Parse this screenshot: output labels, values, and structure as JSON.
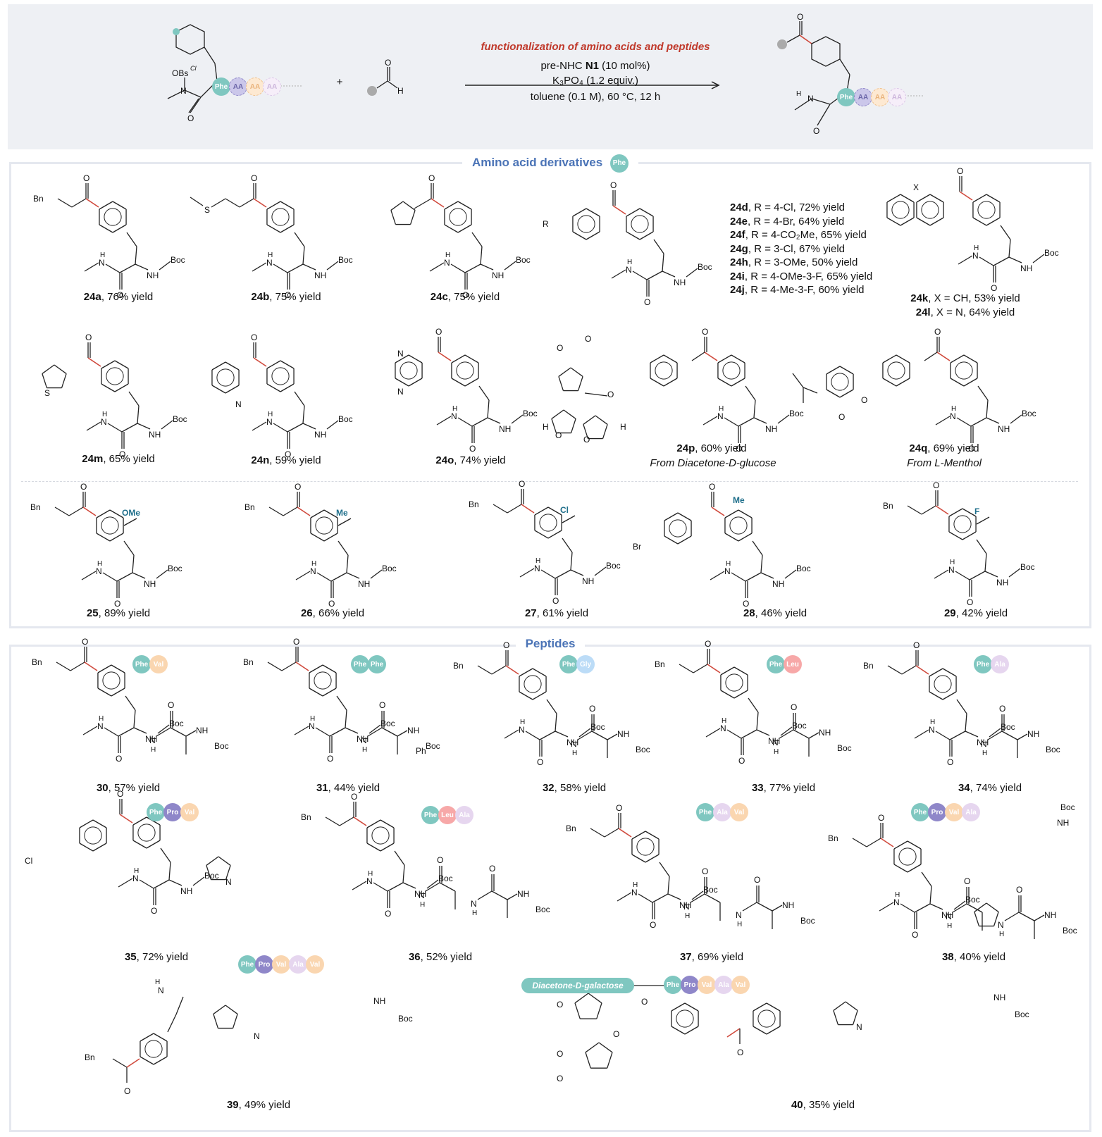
{
  "scheme": {
    "reactant_label_obs": "OBs",
    "reactant_label_cl": "Cl",
    "plus": "+",
    "aldehyde_o": "O",
    "aldehyde_h": "H",
    "condition_title": "functionalization of amino acids and peptides",
    "cond_line1_pre": "pre-NHC ",
    "cond_line1_bold": "N1",
    "cond_line1_post": " (10 mol%)",
    "cond_line2": "K₃PO₄ (1.2 equiv.)",
    "cond_line3": "toluene (0.1 M), 60 °C, 12 h"
  },
  "sections": {
    "aa_title": "Amino acid derivatives",
    "peptides_title": "Peptides"
  },
  "pill_colors": {
    "Phe": "#7fc7c0",
    "Val": "#fad6b0",
    "Gly": "#bcdcf7",
    "Leu": "#f7a8a8",
    "Ala": "#e6d6ef",
    "Pro": "#8f87c9",
    "AA": "#cbc7ea"
  },
  "atoms": {
    "O": "O",
    "N": "N",
    "H": "H",
    "S": "S",
    "NH": "NH",
    "Boc": "Boc",
    "Bn": "Bn",
    "Ph": "Ph",
    "Br": "Br",
    "Cl": "Cl",
    "F": "F",
    "OMe": "OMe",
    "Me": "Me",
    "R": "R",
    "X": "X"
  },
  "compounds": [
    {
      "id": "24a",
      "label": "24a",
      "yield": ", 76% yield"
    },
    {
      "id": "24b",
      "label": "24b",
      "yield": ", 75% yield"
    },
    {
      "id": "24c",
      "label": "24c",
      "yield": ", 75% yield"
    },
    {
      "id": "24k",
      "label": "24k",
      "yield": ", X = CH, 53% yield"
    },
    {
      "id": "24l",
      "label": "24l",
      "yield": ", X = N, 64% yield"
    },
    {
      "id": "24m",
      "label": "24m",
      "yield": ", 65% yield"
    },
    {
      "id": "24n",
      "label": "24n",
      "yield": ", 59% yield"
    },
    {
      "id": "24o",
      "label": "24o",
      "yield": ", 74% yield"
    },
    {
      "id": "24p",
      "label": "24p",
      "yield": ", 60% yield",
      "note": "From Diacetone-D-glucose"
    },
    {
      "id": "24q",
      "label": "24q",
      "yield": ", 69% yield",
      "note": "From L-Menthol"
    },
    {
      "id": "25",
      "label": "25",
      "yield": ", 89% yield"
    },
    {
      "id": "26",
      "label": "26",
      "yield": ", 66% yield"
    },
    {
      "id": "27",
      "label": "27",
      "yield": ", 61% yield"
    },
    {
      "id": "28",
      "label": "28",
      "yield": ", 46% yield"
    },
    {
      "id": "29",
      "label": "29",
      "yield": ", 42% yield"
    },
    {
      "id": "30",
      "label": "30",
      "yield": ", 57% yield",
      "seq": [
        "Phe",
        "Val"
      ]
    },
    {
      "id": "31",
      "label": "31",
      "yield": ", 44% yield",
      "seq": [
        "Phe",
        "Phe"
      ]
    },
    {
      "id": "32",
      "label": "32",
      "yield": ", 58% yield",
      "seq": [
        "Phe",
        "Gly"
      ]
    },
    {
      "id": "33",
      "label": "33",
      "yield": ", 77% yield",
      "seq": [
        "Phe",
        "Leu"
      ]
    },
    {
      "id": "34",
      "label": "34",
      "yield": ", 74% yield",
      "seq": [
        "Phe",
        "Ala"
      ]
    },
    {
      "id": "35",
      "label": "35",
      "yield": ", 72% yield",
      "seq": [
        "Phe",
        "Pro",
        "Val"
      ]
    },
    {
      "id": "36",
      "label": "36",
      "yield": ", 52% yield",
      "seq": [
        "Phe",
        "Leu",
        "Ala"
      ]
    },
    {
      "id": "37",
      "label": "37",
      "yield": ", 69% yield",
      "seq": [
        "Phe",
        "Ala",
        "Val"
      ]
    },
    {
      "id": "38",
      "label": "38",
      "yield": ", 40% yield",
      "seq": [
        "Phe",
        "Pro",
        "Val",
        "Ala"
      ]
    },
    {
      "id": "39",
      "label": "39",
      "yield": ", 49% yield",
      "seq": [
        "Phe",
        "Pro",
        "Val",
        "Ala",
        "Val"
      ]
    },
    {
      "id": "40",
      "label": "40",
      "yield": ", 35% yield",
      "seq": [
        "Phe",
        "Pro",
        "Val",
        "Ala",
        "Val"
      ],
      "tag": "Diacetone-D-galactose"
    }
  ],
  "r_series": [
    {
      "id": "24d",
      "text": ", R = 4-Cl, 72% yield"
    },
    {
      "id": "24e",
      "text": ", R = 4-Br, 64% yield"
    },
    {
      "id": "24f",
      "text": ", R = 4-CO₂Me, 65% yield"
    },
    {
      "id": "24g",
      "text": ", R = 3-Cl, 67% yield"
    },
    {
      "id": "24h",
      "text": ", R = 3-OMe, 50% yield"
    },
    {
      "id": "24i",
      "text": ", R = 4-OMe-3-F, 65% yield"
    },
    {
      "id": "24j",
      "text": ", R = 4-Me-3-F, 60% yield"
    }
  ],
  "scheme_pills": {
    "reactant": [
      "Phe",
      "AA",
      "AA",
      "AA"
    ],
    "product": [
      "Phe",
      "AA",
      "AA",
      "AA"
    ]
  }
}
